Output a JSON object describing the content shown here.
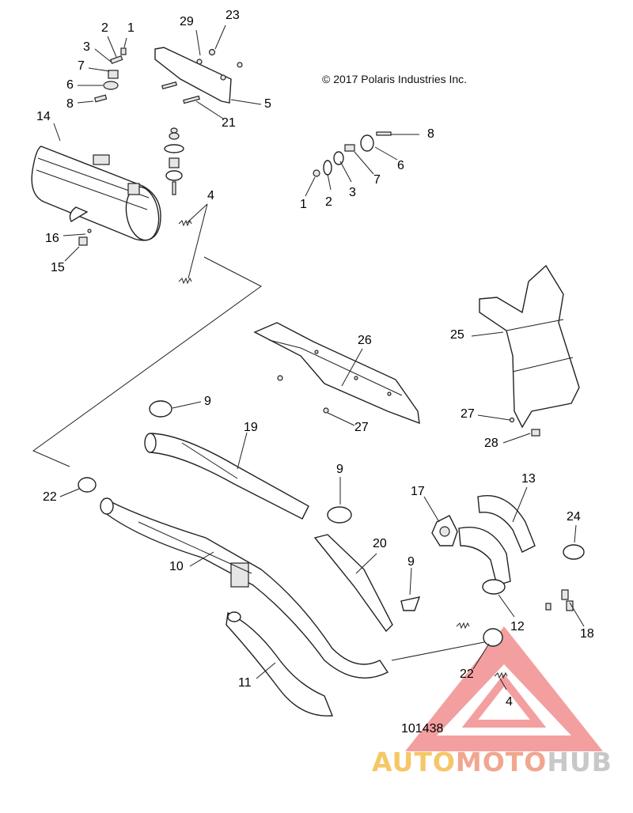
{
  "copyright": "© 2017 Polaris Industries Inc.",
  "diagram_number": "101438",
  "watermark": {
    "part1": "AUTO",
    "part2": "MOTO",
    "part3": "HUB"
  },
  "callouts": {
    "c29": "29",
    "c23": "23",
    "c2a": "2",
    "c1a": "1",
    "c3a": "3",
    "c7a": "7",
    "c6a": "6",
    "c8a": "8",
    "c5": "5",
    "c21": "21",
    "c14": "14",
    "c4a": "4",
    "c16": "16",
    "c15": "15",
    "c8b": "8",
    "c6b": "6",
    "c7b": "7",
    "c3b": "3",
    "c2b": "2",
    "c1b": "1",
    "c25": "25",
    "c26": "26",
    "c9a": "9",
    "c27a": "27",
    "c27b": "27",
    "c28": "28",
    "c19": "19",
    "c22a": "22",
    "c9b": "9",
    "c17": "17",
    "c13": "13",
    "c24": "24",
    "c10": "10",
    "c20": "20",
    "c9c": "9",
    "c18": "18",
    "c12": "12",
    "c22b": "22",
    "c11": "11",
    "c4b": "4"
  },
  "colors": {
    "watermark_triangle": "#f08080",
    "watermark_auto": "#f6c766",
    "watermark_moto": "#f1a68f",
    "watermark_hub": "#c8c8c8"
  }
}
